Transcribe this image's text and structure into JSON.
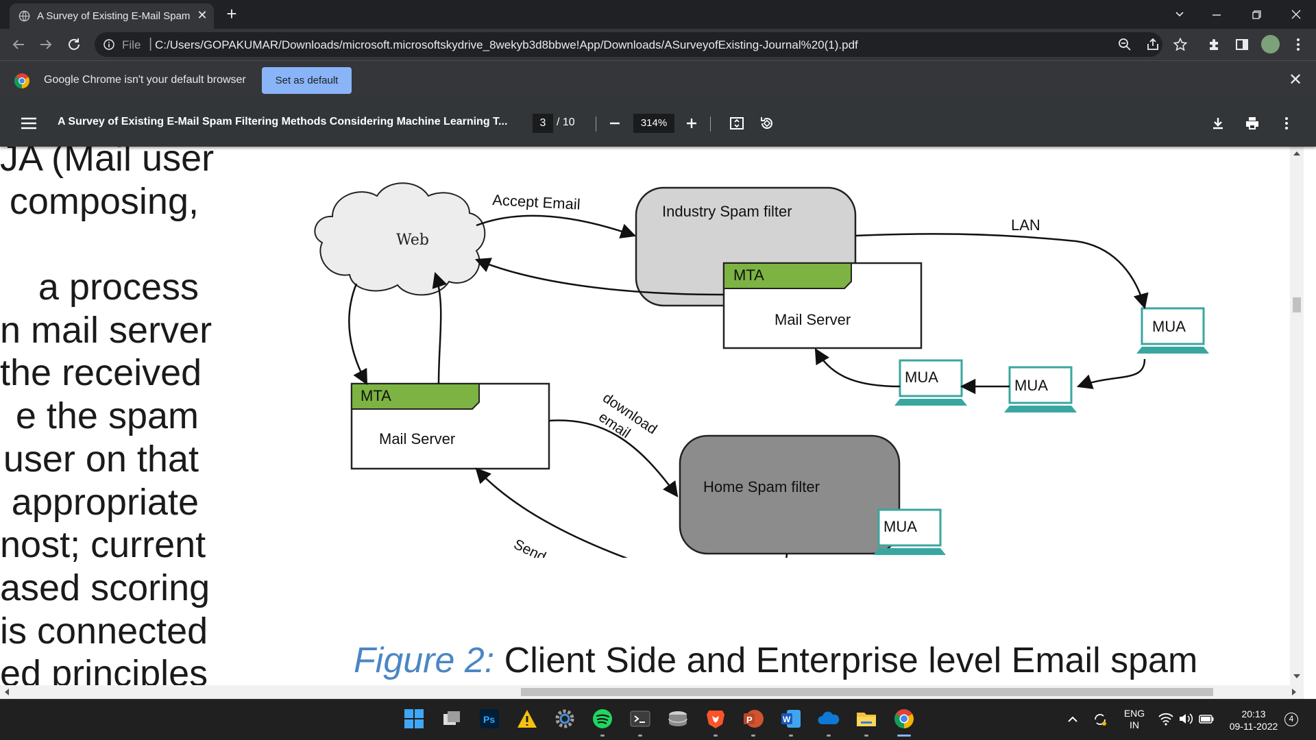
{
  "browser": {
    "tab_title": "A Survey of Existing E-Mail Spam",
    "url_scheme": "File",
    "url": "C:/Users/GOPAKUMAR/Downloads/microsoft.microsoftskydrive_8wekyb3d8bbwe!App/Downloads/ASurveyofExisting-Journal%20(1).pdf"
  },
  "infobar": {
    "message": "Google Chrome isn't your default browser",
    "button_label": "Set as default"
  },
  "pdf_toolbar": {
    "title": "A Survey of Existing E-Mail Spam Filtering Methods Considering Machine Learning T...",
    "current_page": "3",
    "total_pages": "/ 10",
    "zoom": "314%"
  },
  "document": {
    "body_lines": [
      "JA (Mail user",
      "composing,",
      "",
      "a  process",
      "n mail server",
      "the received",
      "e  the  spam",
      "user on that",
      "appropriate",
      "nost;  current",
      "ased  scoring",
      "is connected",
      "ed  principles"
    ],
    "figure": {
      "web": "Web",
      "accept_email": "Accept Email",
      "industry_spam_filter": "Industry Spam filter",
      "mta_top": "MTA",
      "mail_server_top": "Mail Server",
      "lan": "LAN",
      "mua_lan": "MUA",
      "mua_mid": "MUA",
      "mua_left": "MUA",
      "mta_left": "MTA",
      "mail_server_left": "Mail Server",
      "download": "download",
      "email": "email",
      "home_spam_filter": "Home Spam filter",
      "mua_home": "MUA",
      "send_email": "Send email"
    },
    "caption_label": "Figure 2:",
    "caption_text": "Client Side and Enterprise level Email spam"
  },
  "taskbar": {
    "lang_top": "ENG",
    "lang_bottom": "IN",
    "time": "20:13",
    "date": "09-11-2022",
    "notification_count": "4",
    "app_ps_label": "Ps",
    "app_ppt_label": "P",
    "app_word_label": "W"
  }
}
